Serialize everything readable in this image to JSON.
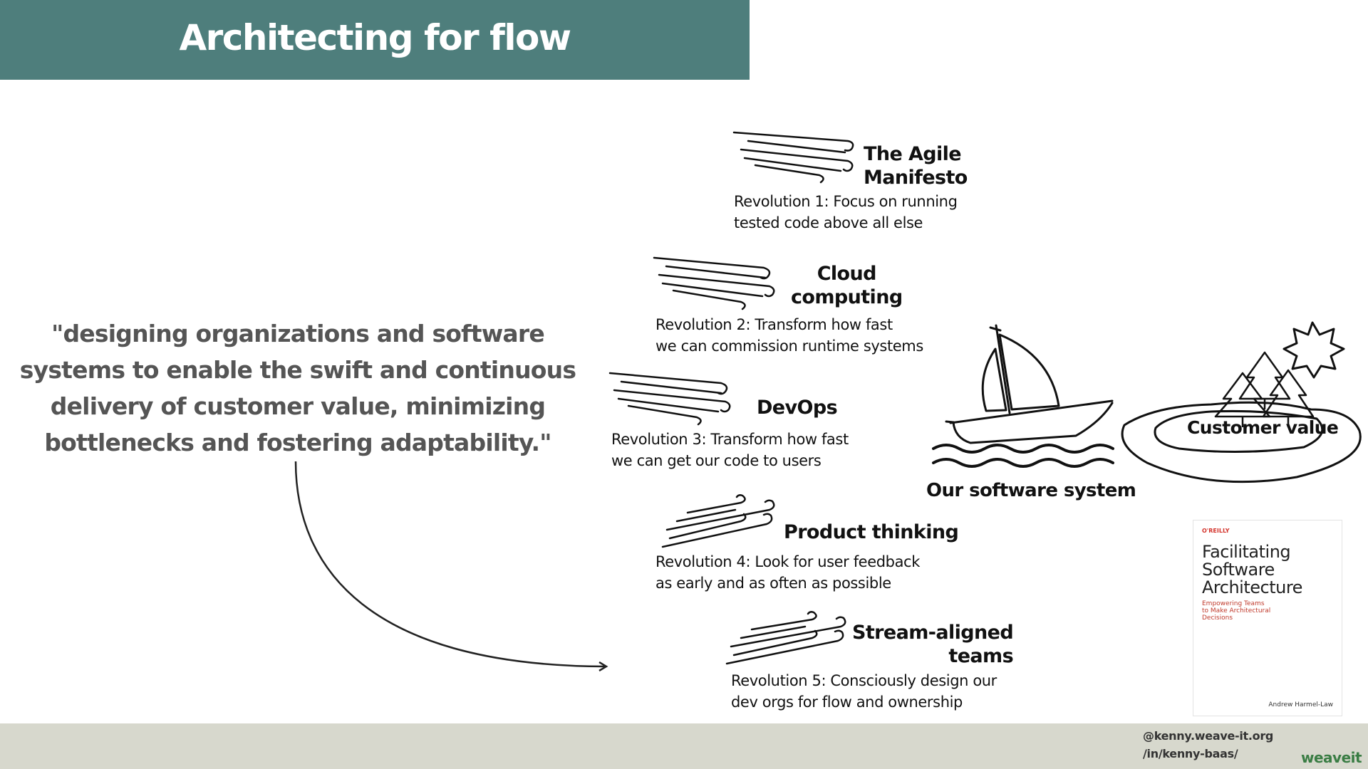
{
  "header": {
    "title": "Architecting for flow"
  },
  "quote": "\"designing organizations and software systems to enable the swift and continuous delivery of customer value, minimizing bottlenecks and fostering adaptability.\"",
  "revolutions": [
    {
      "title": "The Agile\nManifesto",
      "description": "Revolution 1: Focus on running\ntested code above all else"
    },
    {
      "title": "Cloud\ncomputing",
      "description": "Revolution 2: Transform how fast\nwe can commission runtime systems"
    },
    {
      "title": "DevOps",
      "description": "Revolution 3: Transform how fast\nwe can get our code to users"
    },
    {
      "title": "Product thinking",
      "description": "Revolution 4: Look for user feedback\nas early and as often as possible"
    },
    {
      "title": "Stream-aligned\nteams",
      "description": "Revolution 5: Consciously design our\ndev orgs for flow and ownership"
    }
  ],
  "boat": {
    "label": "Our software system"
  },
  "island": {
    "label": "Customer value"
  },
  "book": {
    "publisher": "O'REILLY",
    "title": "Facilitating\nSoftware\nArchitecture",
    "subtitle": "Empowering Teams\nto Make Architectural\nDecisions",
    "author": "Andrew Harmel-Law"
  },
  "footer": {
    "bluesky_handle": "@kenny.weave-it.org",
    "linkedin_handle": "/in/kenny-baas/",
    "brand": "weaveit"
  },
  "colors": {
    "title_bar": "#4e7e7c",
    "footer": "#d7d8cd",
    "quote_text": "#555555",
    "bluesky": "#1185fe",
    "linkedin": "#0a66c2",
    "brand_green": "#3a7d44"
  },
  "icons": [
    "wind-gust-icon",
    "sailboat-icon",
    "island-icon",
    "sun-icon",
    "tree-icon",
    "bluesky-icon",
    "linkedin-icon",
    "weaveit-logo"
  ]
}
